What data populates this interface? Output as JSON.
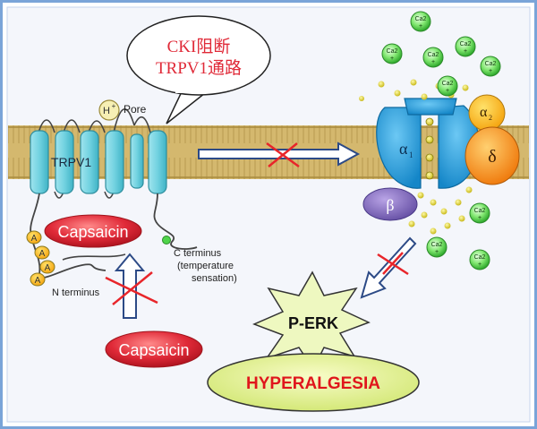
{
  "callout": {
    "line1": "CKI阻断",
    "line2": "TRPV1通路"
  },
  "channel": {
    "name": "TRPV1",
    "pore_ion": "H",
    "pore_ion_charge": "+",
    "pore_label": "Pore"
  },
  "ligand": {
    "bound_label": "Capsaicin",
    "free_label": "Capsaicin"
  },
  "termini": {
    "c_terminus": [
      "C terminus",
      "(temperature",
      "sensation)"
    ],
    "n_terminus": "N terminus",
    "phospho_label": "A"
  },
  "calcium_channel": {
    "alpha1": "α",
    "alpha1_sub": "1",
    "alpha2": "α",
    "alpha2_sub": "2",
    "delta": "δ",
    "beta": "β"
  },
  "calcium_ion": {
    "symbol": "Ca2",
    "charge": "+"
  },
  "signal": {
    "perk_label": "P-ERK",
    "outcome_label": "HYPERALGESIA"
  },
  "colors": {
    "membrane": "#cdb06a",
    "trpv1": "#72d2e0",
    "capsaicin": "#e02a38",
    "calcium_ion": "#4fd44a",
    "alpha1": "#1c9fe0",
    "delta": "#f58d1c",
    "beta": "#7a64b8",
    "hyperalgesia_text": "#e0161c",
    "block_cross": "#e8252a",
    "frame": "#7aa4d8"
  }
}
